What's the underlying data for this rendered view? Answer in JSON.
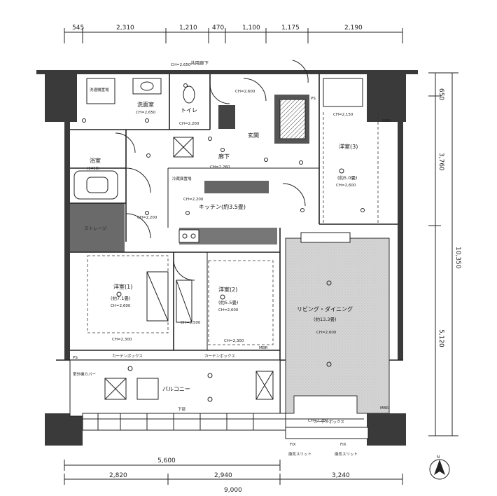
{
  "dimensions": {
    "top": [
      "545",
      "2,310",
      "1,210",
      "470",
      "1,100",
      "1,175",
      "2,190"
    ],
    "bottom_upper": "5,600",
    "bottom_lower": [
      "2,820",
      "2,940",
      "3,240"
    ],
    "bottom_total": "9,000",
    "right": [
      "650",
      "3,760",
      "10,350",
      "5,120"
    ]
  },
  "rooms": {
    "corridor": "共用廊下",
    "washroom": "洗面室",
    "toilet": "トイレ",
    "laundry": "洗濯機置場",
    "bath": "浴室",
    "bath_size": "(1418)",
    "entrance": "玄関",
    "hall": "廊下",
    "kitchen": "キッチン(約3.5畳)",
    "fridge": "冷蔵庫置場",
    "western3": "洋室(3)",
    "western3_size": "(約5.0畳)",
    "western1": "洋室(1)",
    "western1_size": "(約7.1畳)",
    "western2": "洋室(2)",
    "western2_size": "(約5.5畳)",
    "living": "リビング・ダイニング",
    "living_size": "(約13.3畳)",
    "balcony": "バルコニー",
    "storage": "ストレージ",
    "mbr": "MBR"
  },
  "ceiling_heights": {
    "ch_2650": "CH=2,650",
    "ch_2600": "CH=2,600",
    "ch_2200": "CH=2,200",
    "ch_2260": "CH=2,260",
    "ch_2150": "CH=2,150",
    "ch_2300": "CH=2,300",
    "ch_2500": "CH=2,500",
    "ch_2200b": "CH=2,200"
  },
  "misc": {
    "curtain_box": "カーテンボックス",
    "fix": "FIX",
    "fix2": "FIX",
    "sash_left": "換気スリット",
    "sash_right": "換気スリット",
    "drain": "下部",
    "ps": "PS",
    "compass": "N",
    "aircon": "室外機カバー"
  },
  "colors": {
    "wall": "#3a3a3a",
    "floor_living": "#d9d9d9"
  }
}
